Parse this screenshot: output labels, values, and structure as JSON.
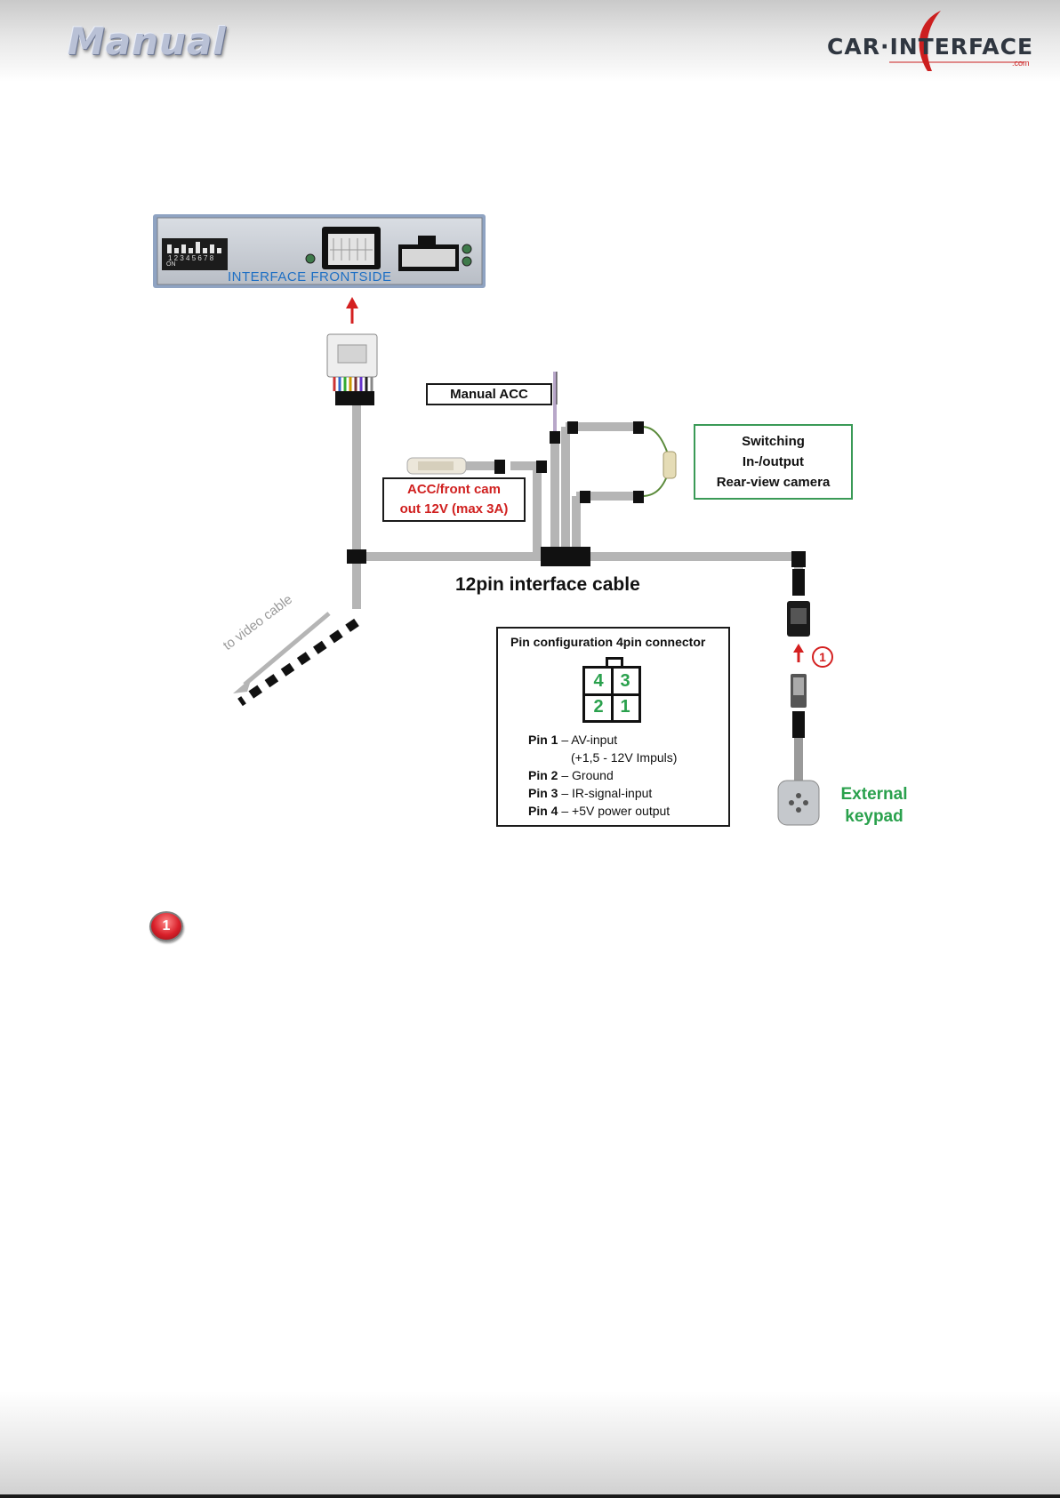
{
  "header": {
    "title": "Manual",
    "logo": {
      "text": "CAR·INTERFACE",
      "suffix": ".com"
    }
  },
  "device": {
    "label": "INTERFACE   FRONTSIDE",
    "dip_switch_numbers": "1 2 3 4 5 6 7 8",
    "dip_on": "ON"
  },
  "diagram": {
    "manual_acc": "Manual ACC",
    "acc_out_line1": "ACC/front cam",
    "acc_out_line2": "out  12V (max 3A)",
    "switching_line1": "Switching",
    "switching_line2": "In-/output",
    "switching_line3": "Rear-view camera",
    "cable_label": "12pin interface cable",
    "video_cable": "to video cable",
    "keypad_line1": "External",
    "keypad_line2": "keypad",
    "step_marker": "1"
  },
  "pin_config": {
    "title": "Pin configuration 4pin connector",
    "grid": [
      "4",
      "3",
      "2",
      "1"
    ],
    "pins": [
      {
        "name": "Pin 1",
        "desc": " – AV-input"
      },
      {
        "name": "",
        "desc": "(+1,5 - 12V Impuls)"
      },
      {
        "name": "Pin 2",
        "desc": " – Ground"
      },
      {
        "name": "Pin 3",
        "desc": " – IR-signal-input"
      },
      {
        "name": "Pin 4",
        "desc": " – +5V power output"
      }
    ]
  },
  "note": {
    "marker": "1"
  },
  "colors": {
    "cable": "#b5b5b5",
    "connector": "#111111",
    "arrow_red": "#d42020",
    "green": "#2aa14d",
    "device_blue": "#1e6fc4"
  }
}
